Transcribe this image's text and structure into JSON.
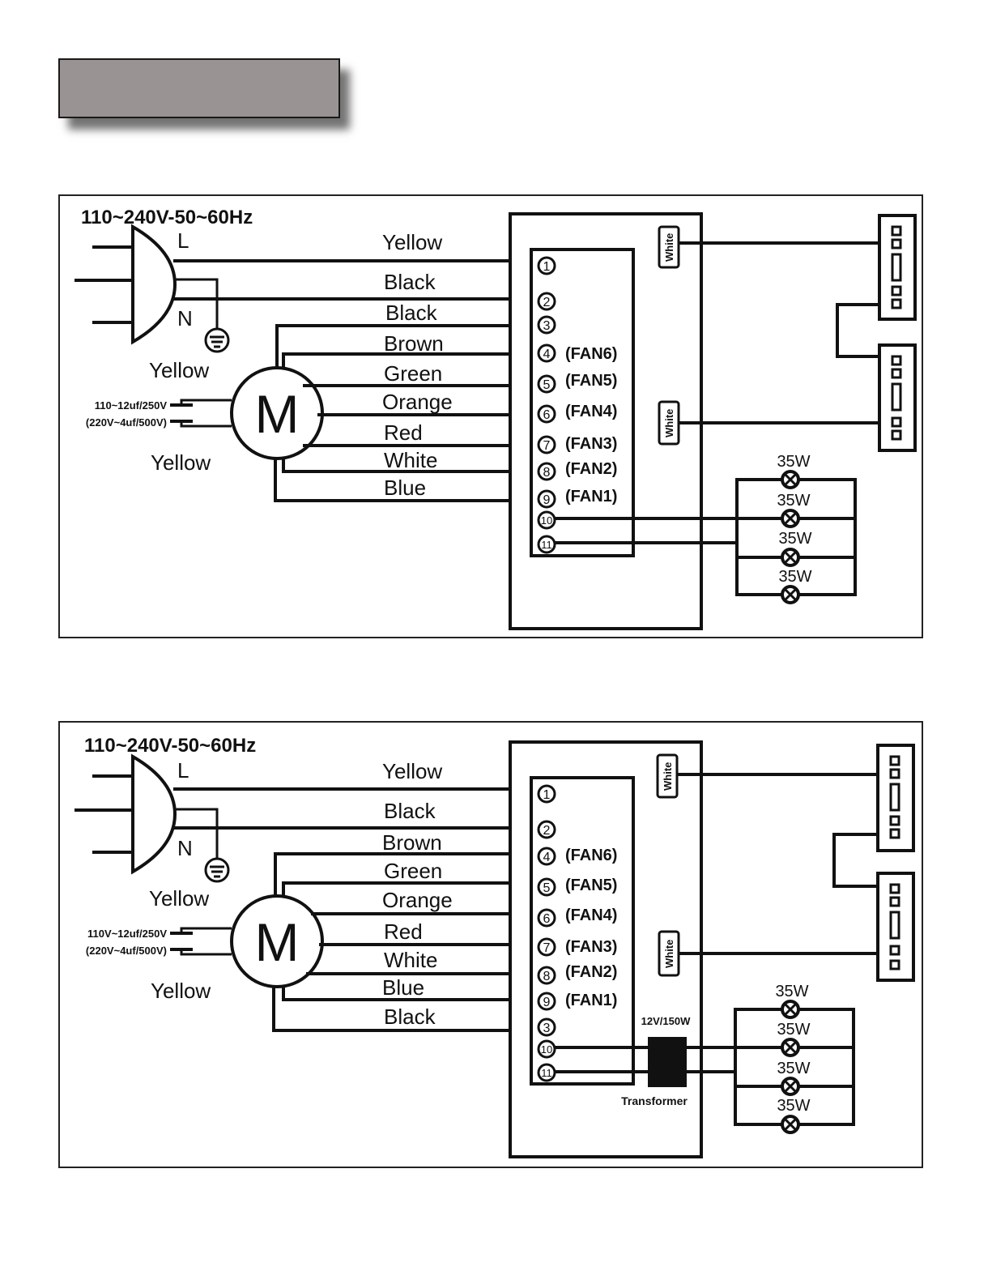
{
  "top": {
    "supply": "110~240V-50~60Hz",
    "plug_l": "L",
    "plug_n": "N",
    "cap_upper_wire": "Yellow",
    "cap_lower_wire": "Yellow",
    "cap_line1": "110~12uf/250V",
    "cap_line2": "(220V~4uf/500V)",
    "motor": "M",
    "wires": [
      "Yellow",
      "Black",
      "Black",
      "Brown",
      "Green",
      "Orange",
      "Red",
      "White",
      "Blue"
    ],
    "terminals": [
      "1",
      "2",
      "3",
      "4",
      "5",
      "6",
      "7",
      "8",
      "9",
      "10",
      "11"
    ],
    "fans": [
      "(FAN6)",
      "(FAN5)",
      "(FAN4)",
      "(FAN3)",
      "(FAN2)",
      "(FAN1)"
    ],
    "connector_upper": "White",
    "connector_lower": "White",
    "lamps": [
      "35W",
      "35W",
      "35W",
      "35W"
    ]
  },
  "bottom": {
    "supply": "110~240V-50~60Hz",
    "plug_l": "L",
    "plug_n": "N",
    "cap_upper_wire": "Yellow",
    "cap_lower_wire": "Yellow",
    "cap_line1": "110V~12uf/250V",
    "cap_line2": "(220V~4uf/500V)",
    "motor": "M",
    "wires": [
      "Yellow",
      "Black",
      "Brown",
      "Green",
      "Orange",
      "Red",
      "White",
      "Blue",
      "Black"
    ],
    "terminals": [
      "1",
      "2",
      "4",
      "5",
      "6",
      "7",
      "8",
      "9",
      "3",
      "10",
      "11"
    ],
    "fans": [
      "(FAN6)",
      "(FAN5)",
      "(FAN4)",
      "(FAN3)",
      "(FAN2)",
      "(FAN1)"
    ],
    "connector_upper": "White",
    "connector_lower": "White",
    "transformer_rating": "12V/150W",
    "transformer_label": "Transformer",
    "lamps": [
      "35W",
      "35W",
      "35W",
      "35W"
    ]
  }
}
